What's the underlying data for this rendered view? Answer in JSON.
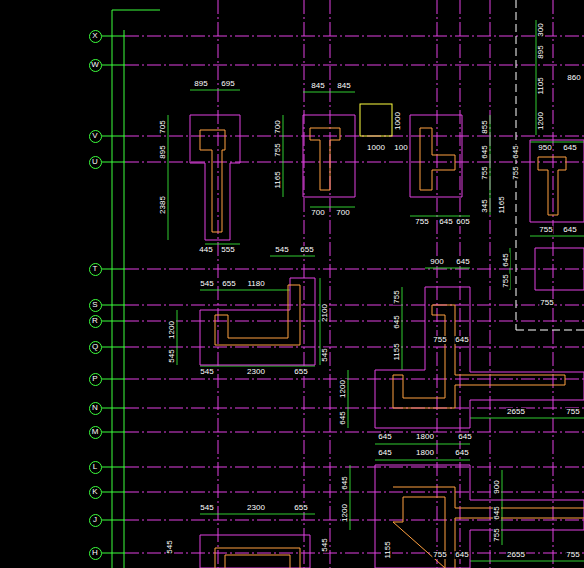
{
  "diagram": {
    "nodes": [
      {
        "text": [
          "X"
        ]
      },
      {
        "text": [
          "W"
        ]
      },
      {
        "text": [
          "V"
        ]
      },
      {
        "text": [
          "U"
        ]
      },
      {
        "text": [
          "T"
        ]
      },
      {
        "text": [
          "S"
        ]
      },
      {
        "text": [
          "R"
        ]
      },
      {
        "text": [
          "Q"
        ]
      },
      {
        "text": [
          "P"
        ]
      },
      {
        "text": [
          "N"
        ]
      },
      {
        "text": [
          "M"
        ]
      },
      {
        "text": [
          "L"
        ]
      },
      {
        "text": [
          "K"
        ]
      },
      {
        "text": [
          "J"
        ]
      },
      {
        "text": [
          "H"
        ]
      }
    ],
    "edges": [],
    "labels": [
      "895",
      "695",
      "845",
      "845",
      "860",
      "300",
      "895",
      "1105",
      "1200",
      "705",
      "895",
      "2385",
      "445",
      "555",
      "700",
      "755",
      "1165",
      "700",
      "700",
      "1000",
      "1000",
      "100",
      "855",
      "645",
      "755",
      "345",
      "1165",
      "755",
      "645",
      "605",
      "645",
      "755",
      "950",
      "645",
      "755",
      "645",
      "645",
      "755",
      "755",
      "545",
      "655",
      "545",
      "655",
      "1180",
      "2100",
      "1200",
      "545",
      "545",
      "545",
      "2300",
      "655",
      "900",
      "645",
      "755",
      "645",
      "1155",
      "755",
      "645",
      "1200",
      "645",
      "2655",
      "755",
      "645",
      "1800",
      "645",
      "645",
      "1800",
      "645",
      "645",
      "1200",
      "900",
      "645",
      "755",
      "1155",
      "755",
      "645",
      "2655",
      "755",
      "545",
      "2300",
      "655",
      "545",
      "545"
    ]
  }
}
